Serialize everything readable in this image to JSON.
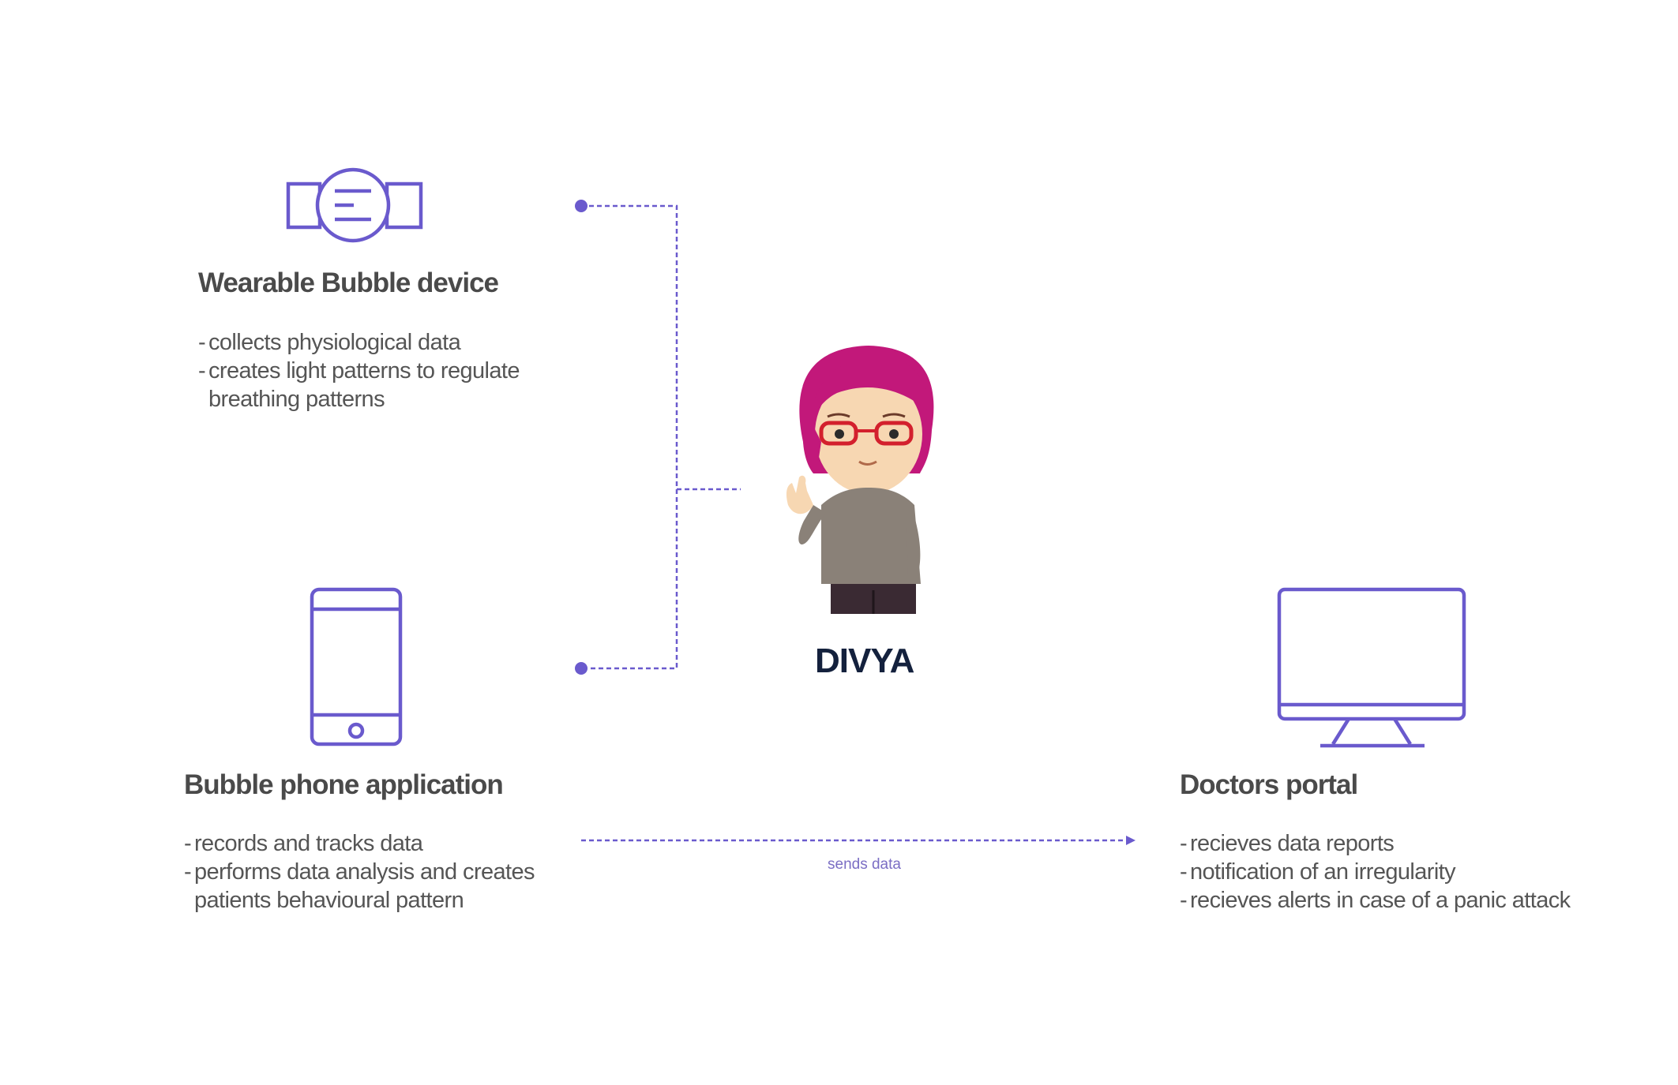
{
  "colors": {
    "accent": "#6a5acd",
    "title_text": "#4a4a4a",
    "body_text": "#555555",
    "person_name": "#14213d",
    "hair": "#c2187a",
    "glasses": "#d3202d",
    "shirt": "#8a8178",
    "skin": "#f7d7b2"
  },
  "nodes": {
    "wearable": {
      "title": "Wearable Bubble device",
      "icon": "wristband-icon",
      "bullets": [
        "collects physiological data",
        "creates light patterns to regulate\nbreathing patterns"
      ]
    },
    "phone": {
      "title": "Bubble phone application",
      "icon": "smartphone-icon",
      "bullets": [
        "records and tracks data",
        "performs data analysis and creates\npatients behavioural pattern"
      ]
    },
    "portal": {
      "title": "Doctors portal",
      "icon": "monitor-icon",
      "bullets": [
        "recieves data reports",
        "notification of an irregularity",
        "recieves alerts in case of a panic attack"
      ]
    }
  },
  "person": {
    "name": "DIVYA",
    "icon": "person-avatar-icon"
  },
  "edges": {
    "phone_to_portal": {
      "label": "sends data"
    }
  }
}
